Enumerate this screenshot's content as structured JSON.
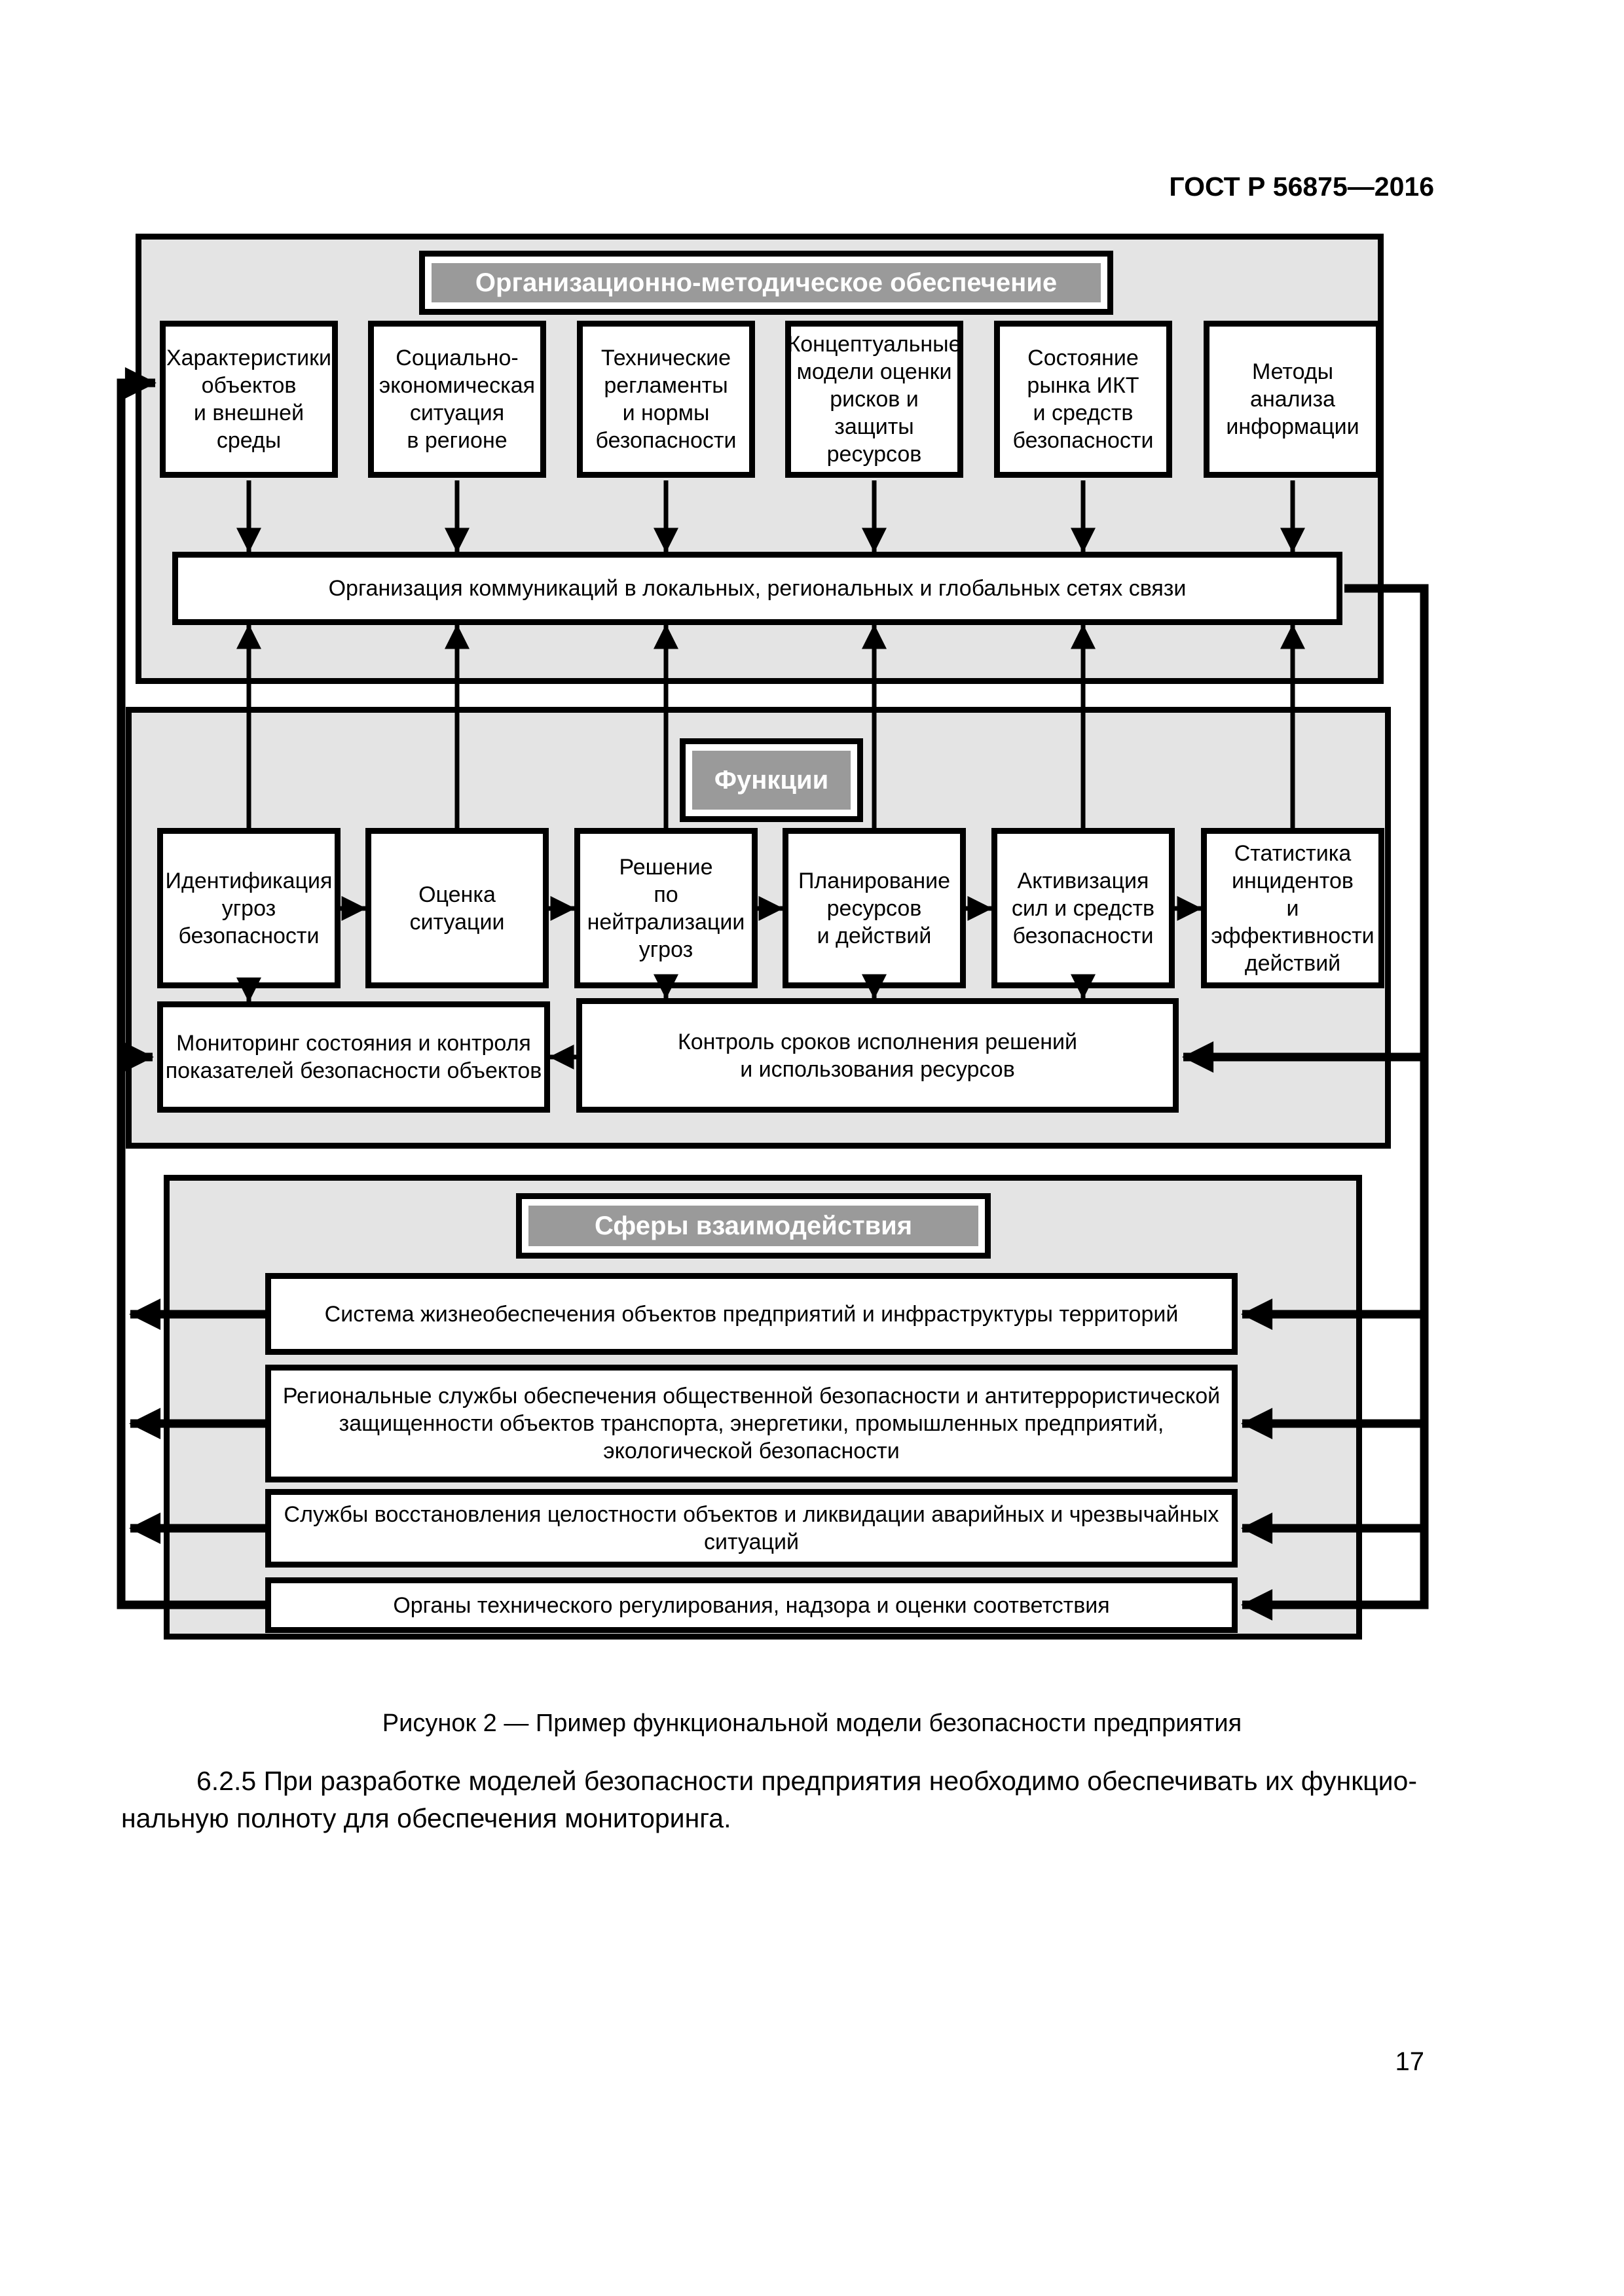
{
  "page": {
    "header": "ГОСТ Р 56875—2016",
    "caption": "Рисунок 2 — Пример функциональной модели безопасности предприятия",
    "body_line1": "6.2.5 При разработке моделей безопасности предприятия необходимо обеспечивать их функцио-",
    "body_line2": "нальную полноту для обеспечения мониторинга.",
    "page_number": "17"
  },
  "diagram": {
    "colors": {
      "section_bg": "#e4e4e4",
      "title_fill": "#9a9a9a",
      "line": "#000000",
      "box_bg": "#ffffff"
    },
    "section1": {
      "title": "Организационно-методическое обеспечение",
      "boxes": [
        "Характеристики\nобъектов\nи внешней среды",
        "Социально-\nэкономическая\nситуация\nв регионе",
        "Технические\nрегламенты\nи нормы\nбезопасности",
        "Концептуальные\nмодели оценки\nрисков и защиты\nресурсов",
        "Состояние\nрынка ИКТ\nи средств\nбезопасности",
        "Методы\nанализа\nинформации"
      ],
      "comm_box": "Организация коммуникаций в локальных, региональных и глобальных сетях связи"
    },
    "section2": {
      "title": "Функции",
      "boxes": [
        "Идентификация\nугроз\nбезопасности",
        "Оценка\nситуации",
        "Решение\nпо нейтрализации\nугроз",
        "Планирование\nресурсов\nи действий",
        "Активизация\nсил и средств\nбезопасности",
        "Статистика\nинцидентов\nи эффективности\nдействий"
      ],
      "monitoring_box": "Мониторинг состояния и контроля\nпоказателей безопасности объектов",
      "control_box": "Контроль сроков исполнения решений\nи использования ресурсов"
    },
    "section3": {
      "title": "Сферы взаимодействия",
      "boxes": [
        "Система жизнеобеспечения объектов предприятий и инфраструктуры территорий",
        "Региональные службы обеспечения общественной безопасности и антитеррористической\nзащищенности объектов транспорта, энергетики, промышленных предприятий,\nэкологической безопасности",
        "Службы восстановления целостности объектов и ликвидации аварийных и чрезвычайных\nситуаций",
        "Органы технического регулирования, надзора и оценки соответствия"
      ]
    }
  }
}
